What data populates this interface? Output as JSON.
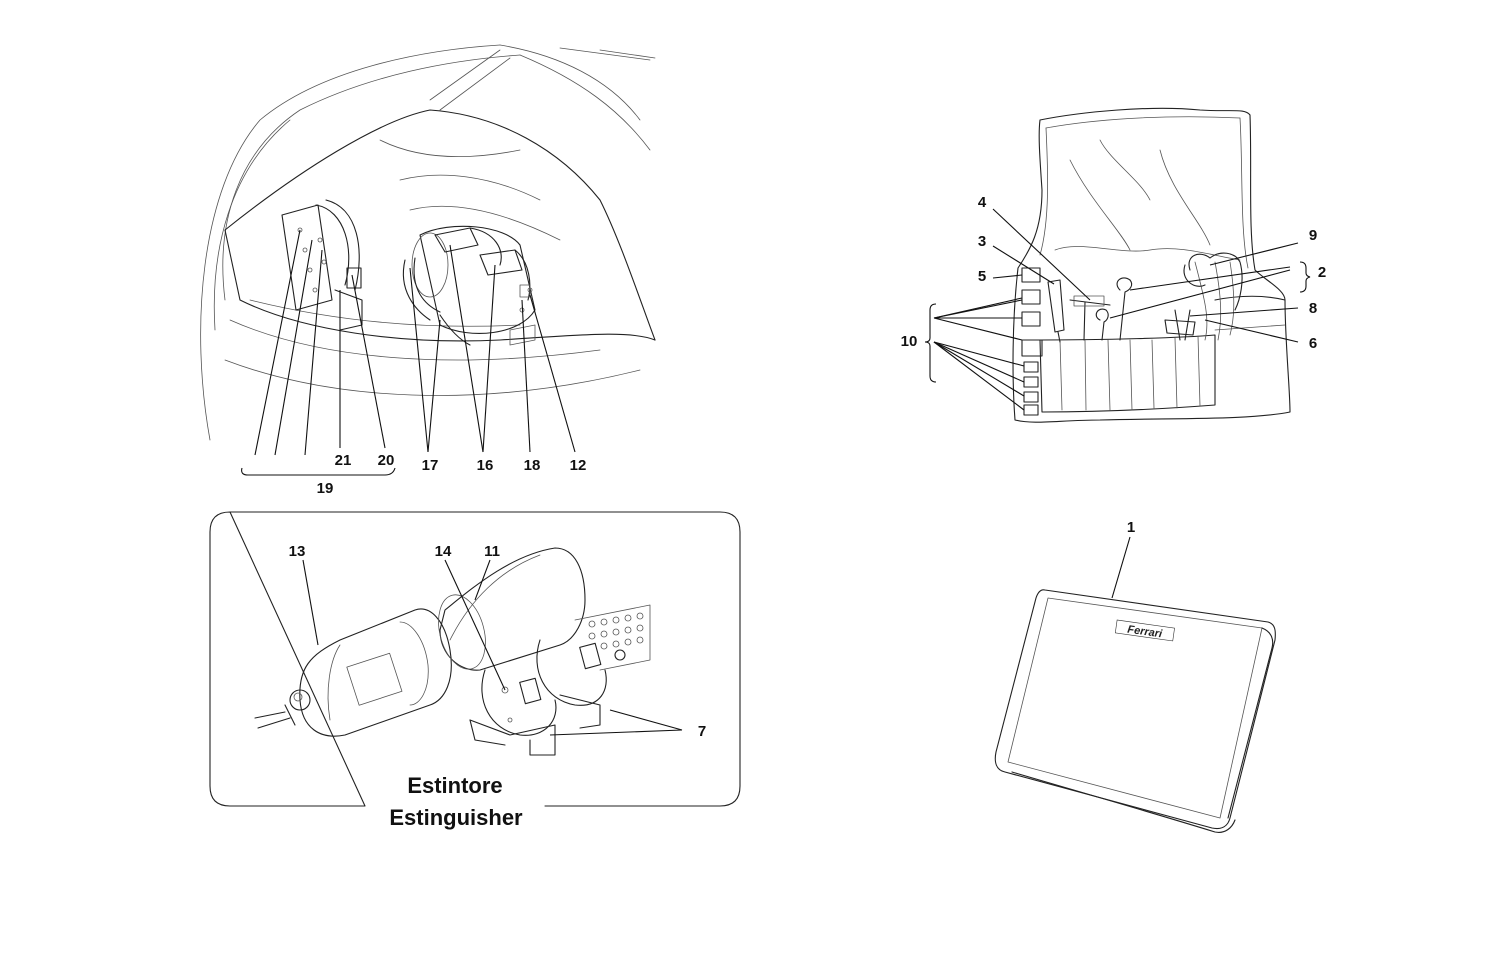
{
  "callouts": {
    "c1": "1",
    "c2": "2",
    "c3": "3",
    "c4": "4",
    "c5": "5",
    "c6": "6",
    "c7": "7",
    "c8": "8",
    "c9": "9",
    "c10": "10",
    "c11": "11",
    "c12": "12",
    "c13": "13",
    "c14": "14",
    "c16": "16",
    "c17": "17",
    "c18": "18",
    "c19": "19",
    "c20": "20",
    "c21": "21"
  },
  "inset": {
    "caption_line1": "Estintore",
    "caption_line2": "Estinguisher"
  },
  "brand": {
    "logo_text": "Ferrari"
  }
}
